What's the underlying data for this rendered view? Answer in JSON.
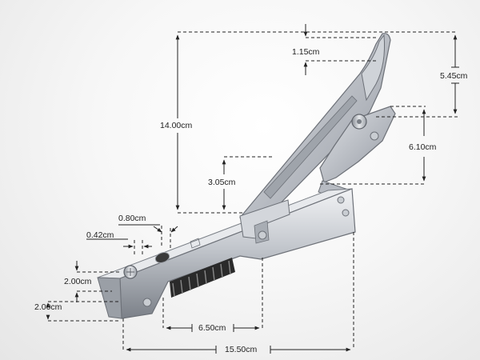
{
  "dimensions": {
    "total_height": "14.00cm",
    "top_gap": "1.15cm",
    "top_arm": "5.45cm",
    "right_arm": "6.10cm",
    "mid_height": "3.05cm",
    "slot_width": "0.80cm",
    "hole_width": "0.42cm",
    "end_height": "2.00cm",
    "base_height": "2.00cm",
    "spring_length": "6.50cm",
    "total_length": "15.50cm"
  },
  "colors": {
    "metal_light": "#e4e6ea",
    "metal_mid": "#b7bbc2",
    "metal_dark": "#6d7178",
    "spring": "#2a2a2a",
    "dim_line": "#222222"
  }
}
